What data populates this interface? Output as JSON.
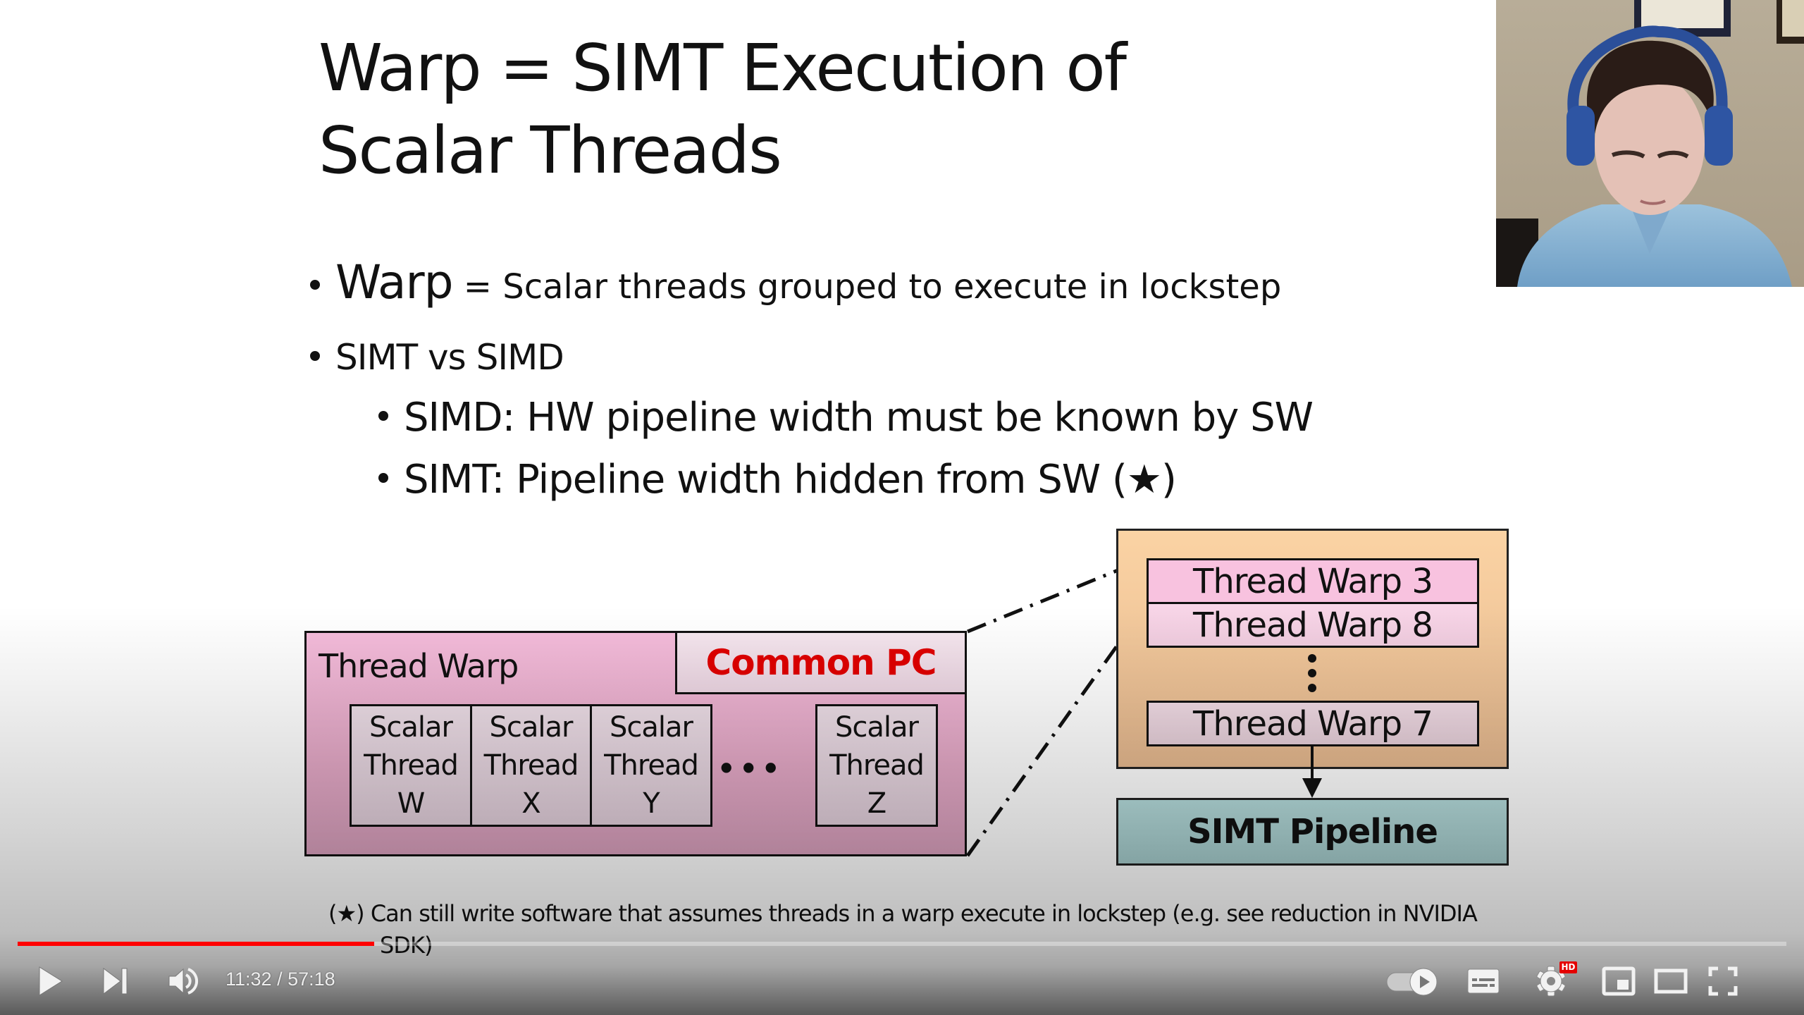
{
  "slide": {
    "title_line1": "Warp = SIMT Execution of",
    "title_line2": "Scalar Threads",
    "bullets": [
      {
        "term": "Warp",
        "text": " = Scalar threads grouped to execute in lockstep"
      },
      {
        "text": "SIMT vs SIMD"
      }
    ],
    "sub_bullets": [
      {
        "text": "SIMD: HW pipeline width must be known by SW"
      },
      {
        "text": "SIMT: Pipeline width hidden from SW (★)"
      }
    ],
    "diagram": {
      "thread_warp_label": "Thread Warp",
      "common_pc_label": "Common PC",
      "common_pc_color": "#e00000",
      "scalar_threads": [
        {
          "line1": "Scalar",
          "line2": "Thread",
          "id": "W"
        },
        {
          "line1": "Scalar",
          "line2": "Thread",
          "id": "X"
        },
        {
          "line1": "Scalar",
          "line2": "Thread",
          "id": "Y"
        },
        {
          "line1": "Scalar",
          "line2": "Thread",
          "id": "Z"
        }
      ],
      "ellipsis": "•••",
      "warp_queue": [
        "Thread Warp 3",
        "Thread Warp 8",
        "Thread Warp 7"
      ],
      "pipeline_label": "SIMT Pipeline"
    },
    "footnote_line1": "(★) Can still write software that assumes threads in a warp execute in lockstep (e.g. see reduction in NVIDIA",
    "footnote_line2": "SDK)"
  },
  "webcam": {
    "description": "presenter-webcam-feed"
  },
  "player": {
    "current_time": "11:32",
    "duration": "57:18",
    "time_display": "11:32 / 57:18",
    "progress_percent": 20.1,
    "progress_color": "#ff0000",
    "quality_badge": "HD",
    "controls": {
      "play": "play-icon",
      "next": "next-icon",
      "volume": "volume-icon",
      "autoplay": "autoplay-toggle-icon",
      "captions": "captions-icon",
      "settings": "settings-gear-icon",
      "miniplayer": "miniplayer-icon",
      "theater": "theater-mode-icon",
      "fullscreen": "fullscreen-icon"
    }
  }
}
